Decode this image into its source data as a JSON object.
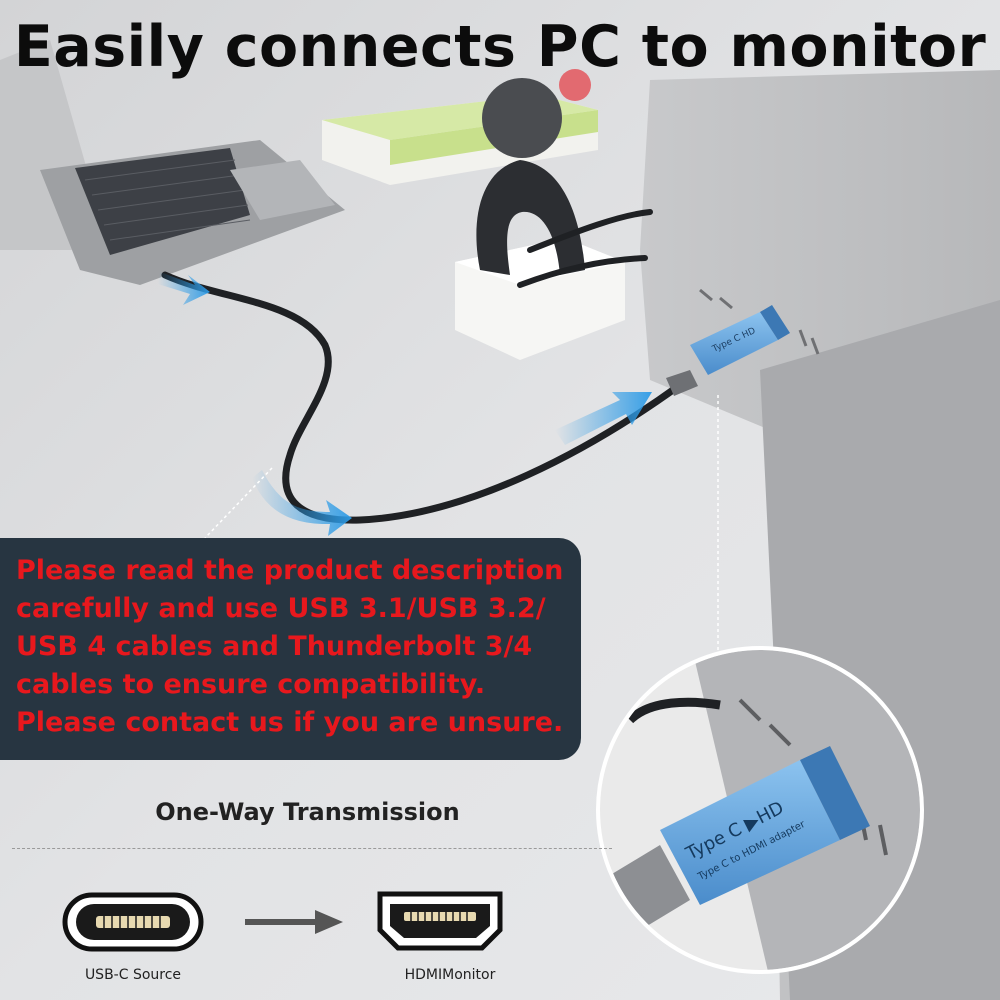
{
  "headline": "Easily connects PC to monitor",
  "notice_lines": [
    "Please read the product description",
    "carefully and use USB 3.1/USB 3.2/",
    "USB 4 cables and Thunderbolt 3/4",
    "cables to ensure compatibility.",
    "Please contact us if you are unsure."
  ],
  "transmission": {
    "title": "One-Way Transmission",
    "source_label": "USB-C Source",
    "target_label": "HDMIMonitor",
    "source_icon": "usb-c-port-icon",
    "target_icon": "hdmi-port-icon",
    "arrow_icon": "right-arrow-icon"
  },
  "adapter": {
    "brand_text": "Type C",
    "hd_text": "HD",
    "sub_text": "Type C to HDMI adapter",
    "color": "#5a9fd8"
  },
  "colors": {
    "notice_background": "#273541",
    "notice_text": "#e8181d",
    "flow_arrow": "#2d9be6"
  }
}
